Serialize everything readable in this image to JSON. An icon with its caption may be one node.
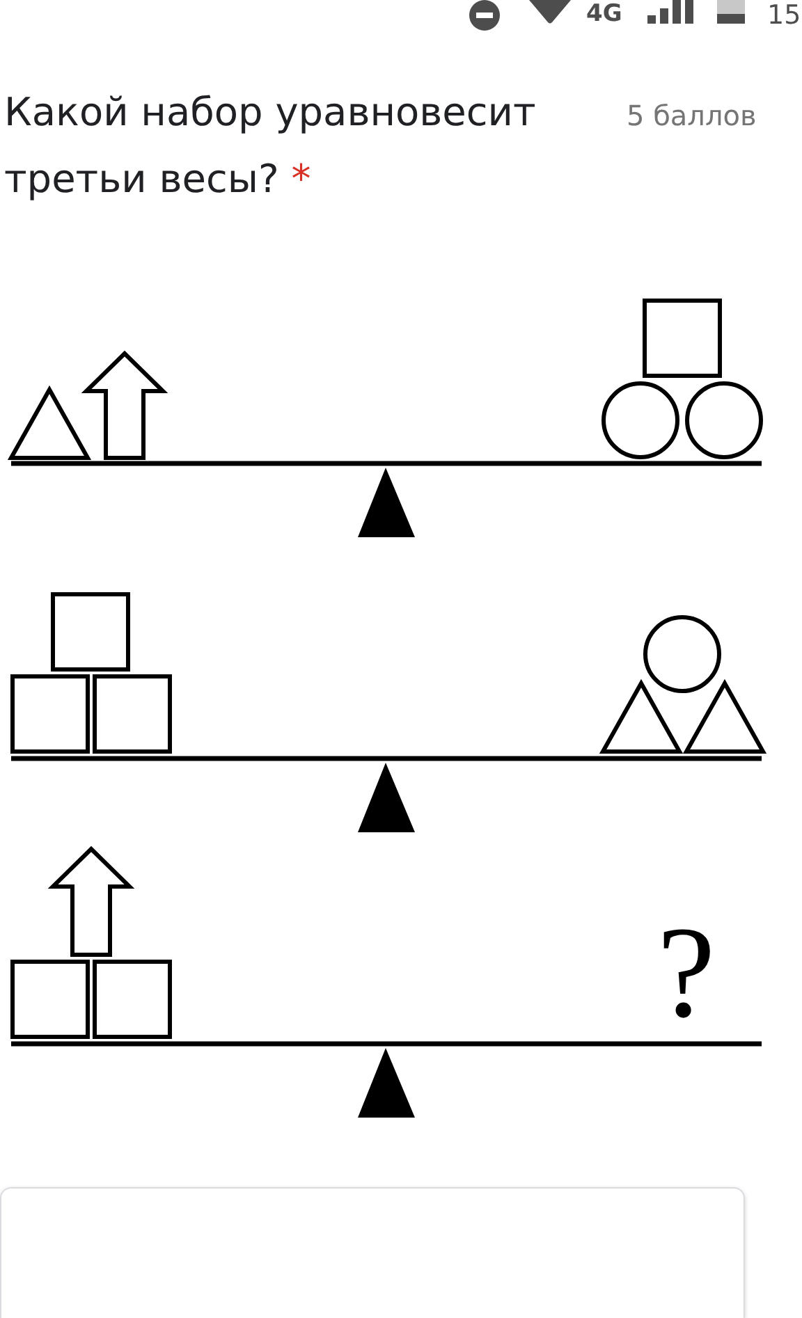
{
  "diagram": {
    "title": "Какой набор уравновесит третьи весы?",
    "nodes": [
      {
        "text": [],
        "shape": "box"
      }
    ],
    "labels": [
      "4G",
      "15",
      "5 баллов",
      "*",
      "?"
    ]
  }
}
